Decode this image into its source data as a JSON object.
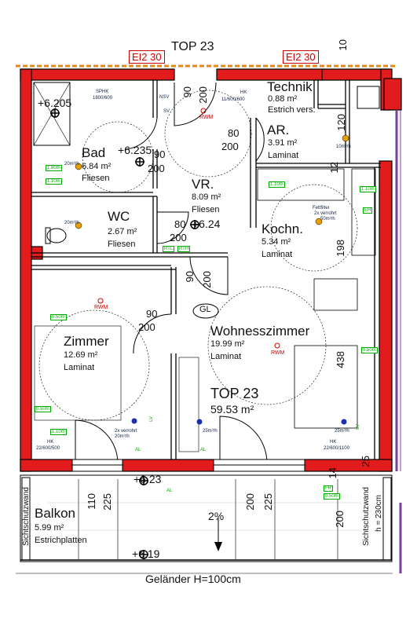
{
  "header": {
    "top_title": "TOP 23",
    "fire_rating_left": "EI2 30",
    "fire_rating_right": "EI2 30"
  },
  "rooms": {
    "technik": {
      "name": "Technik",
      "area": "0.88 m²",
      "material": "Estrich vers."
    },
    "ar": {
      "name": "AR.",
      "area": "3.91 m²",
      "material": "Laminat"
    },
    "bad": {
      "name": "Bad",
      "area": "6.84 m²",
      "material": "Fliesen"
    },
    "vr": {
      "name": "VR.",
      "area": "8.09 m²",
      "material": "Fliesen"
    },
    "wc": {
      "name": "WC",
      "area": "2.67 m²",
      "material": "Fliesen"
    },
    "kochn": {
      "name": "Kochn.",
      "area": "5.34 m²",
      "material": "Laminat"
    },
    "zimmer": {
      "name": "Zimmer",
      "area": "12.69 m²",
      "material": "Laminat"
    },
    "wohnen": {
      "name": "Wohnesszimmer",
      "area": "19.99 m²",
      "material": "Laminat"
    },
    "balkon": {
      "name": "Balkon",
      "area": "5.99 m²",
      "material": "Estrichplatten"
    }
  },
  "unit": {
    "name": "TOP 23",
    "area": "59.53 m²"
  },
  "levels": {
    "bath": "+6.205",
    "bad2": "+6.235",
    "vr": "+6.24",
    "terrace": "+6.23",
    "balkon": "+6.19"
  },
  "door_dims": {
    "entry_w": "90",
    "entry_h": "200",
    "bad_w": "90",
    "bad_h": "200",
    "ar_w": "80",
    "ar_h": "200",
    "wc_w": "80",
    "wc_h": "200",
    "wohn_w": "90",
    "wohn_h": "200",
    "zimmer_w": "90",
    "zimmer_h": "200"
  },
  "dimensions": {
    "d110": "110",
    "d225a": "225",
    "d200a": "200",
    "d225b": "225",
    "d200b": "200",
    "d14": "14",
    "d25": "25",
    "d438": "438",
    "d198": "198",
    "d120": "120",
    "d12": "12",
    "d10": "10",
    "slope": "2%"
  },
  "notes": {
    "railing": "Geländer H=100cm",
    "privacy_left": "Sichtschutzwand",
    "privacy_right": "Sichtschutzwand",
    "privacy_height": "h = 230cm",
    "gl": "GL",
    "rwm": "RWM",
    "sphk": "SPHK",
    "sphk_dim": "1800/600",
    "hk_bad": "HK",
    "hk_bad_dim": "11/600/600",
    "nsv": "NSV",
    "sv": "SV",
    "hk_zimmer": "HK",
    "hk_zimmer_dim": "22/600/500",
    "hk_wohn": "HK",
    "hk_wohn_dim": "22/600/1100",
    "fettfilter": "Fettfilter",
    "verrohrt": "2x verrohrt",
    "air_rate": "50m³/h",
    "air_rate_20": "20m³/h",
    "air_rate_25": "25m³/h",
    "air_rate_10": "10m³/h",
    "rtl": "RTL",
    "rth": "RTH",
    "al": "AL",
    "fr": "FR",
    "eh": "EH",
    "lv": "LV",
    "box_050": "0.50m",
    "box_110": "1.10m",
    "box_180": "1.80m"
  }
}
